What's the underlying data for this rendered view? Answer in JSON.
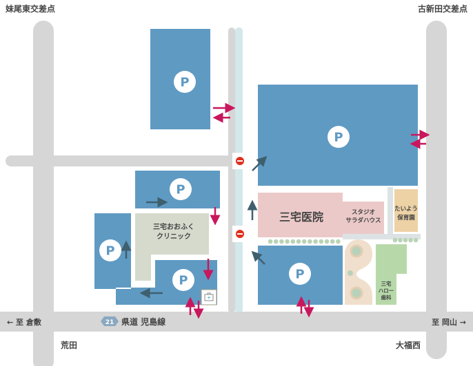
{
  "corners": {
    "top_left": "妹尾東交差点",
    "top_right": "古新田交差点",
    "bottom_left": "荒田",
    "bottom_right": "大福西"
  },
  "road": {
    "to_left": "← 至 倉敷",
    "to_right": "至 岡山 →",
    "route_number": "21",
    "route_name": "県道 児島線"
  },
  "buildings": {
    "hospital": "三宅医院",
    "studio_line1": "スタジオ",
    "studio_line2": "サラダハウス",
    "nursery_line1": "たいよう",
    "nursery_line2": "保育園",
    "clinic_line1": "三宅おおふく",
    "clinic_line2": "クリニック",
    "dental_line1": "三宅",
    "dental_line2": "ハロー",
    "dental_line3": "歯科"
  },
  "parking_label": "P",
  "colors": {
    "road": "#d6d6d6",
    "parking": "#5f9ac3",
    "hospital": "#ecc9c9",
    "nursery": "#edd2a6",
    "clinic": "#d6dacd",
    "dental": "#b7d9a9",
    "entry_arrow": "#c8175d",
    "flow_arrow": "#3f5f6e",
    "no_entry": "#e0301e"
  }
}
